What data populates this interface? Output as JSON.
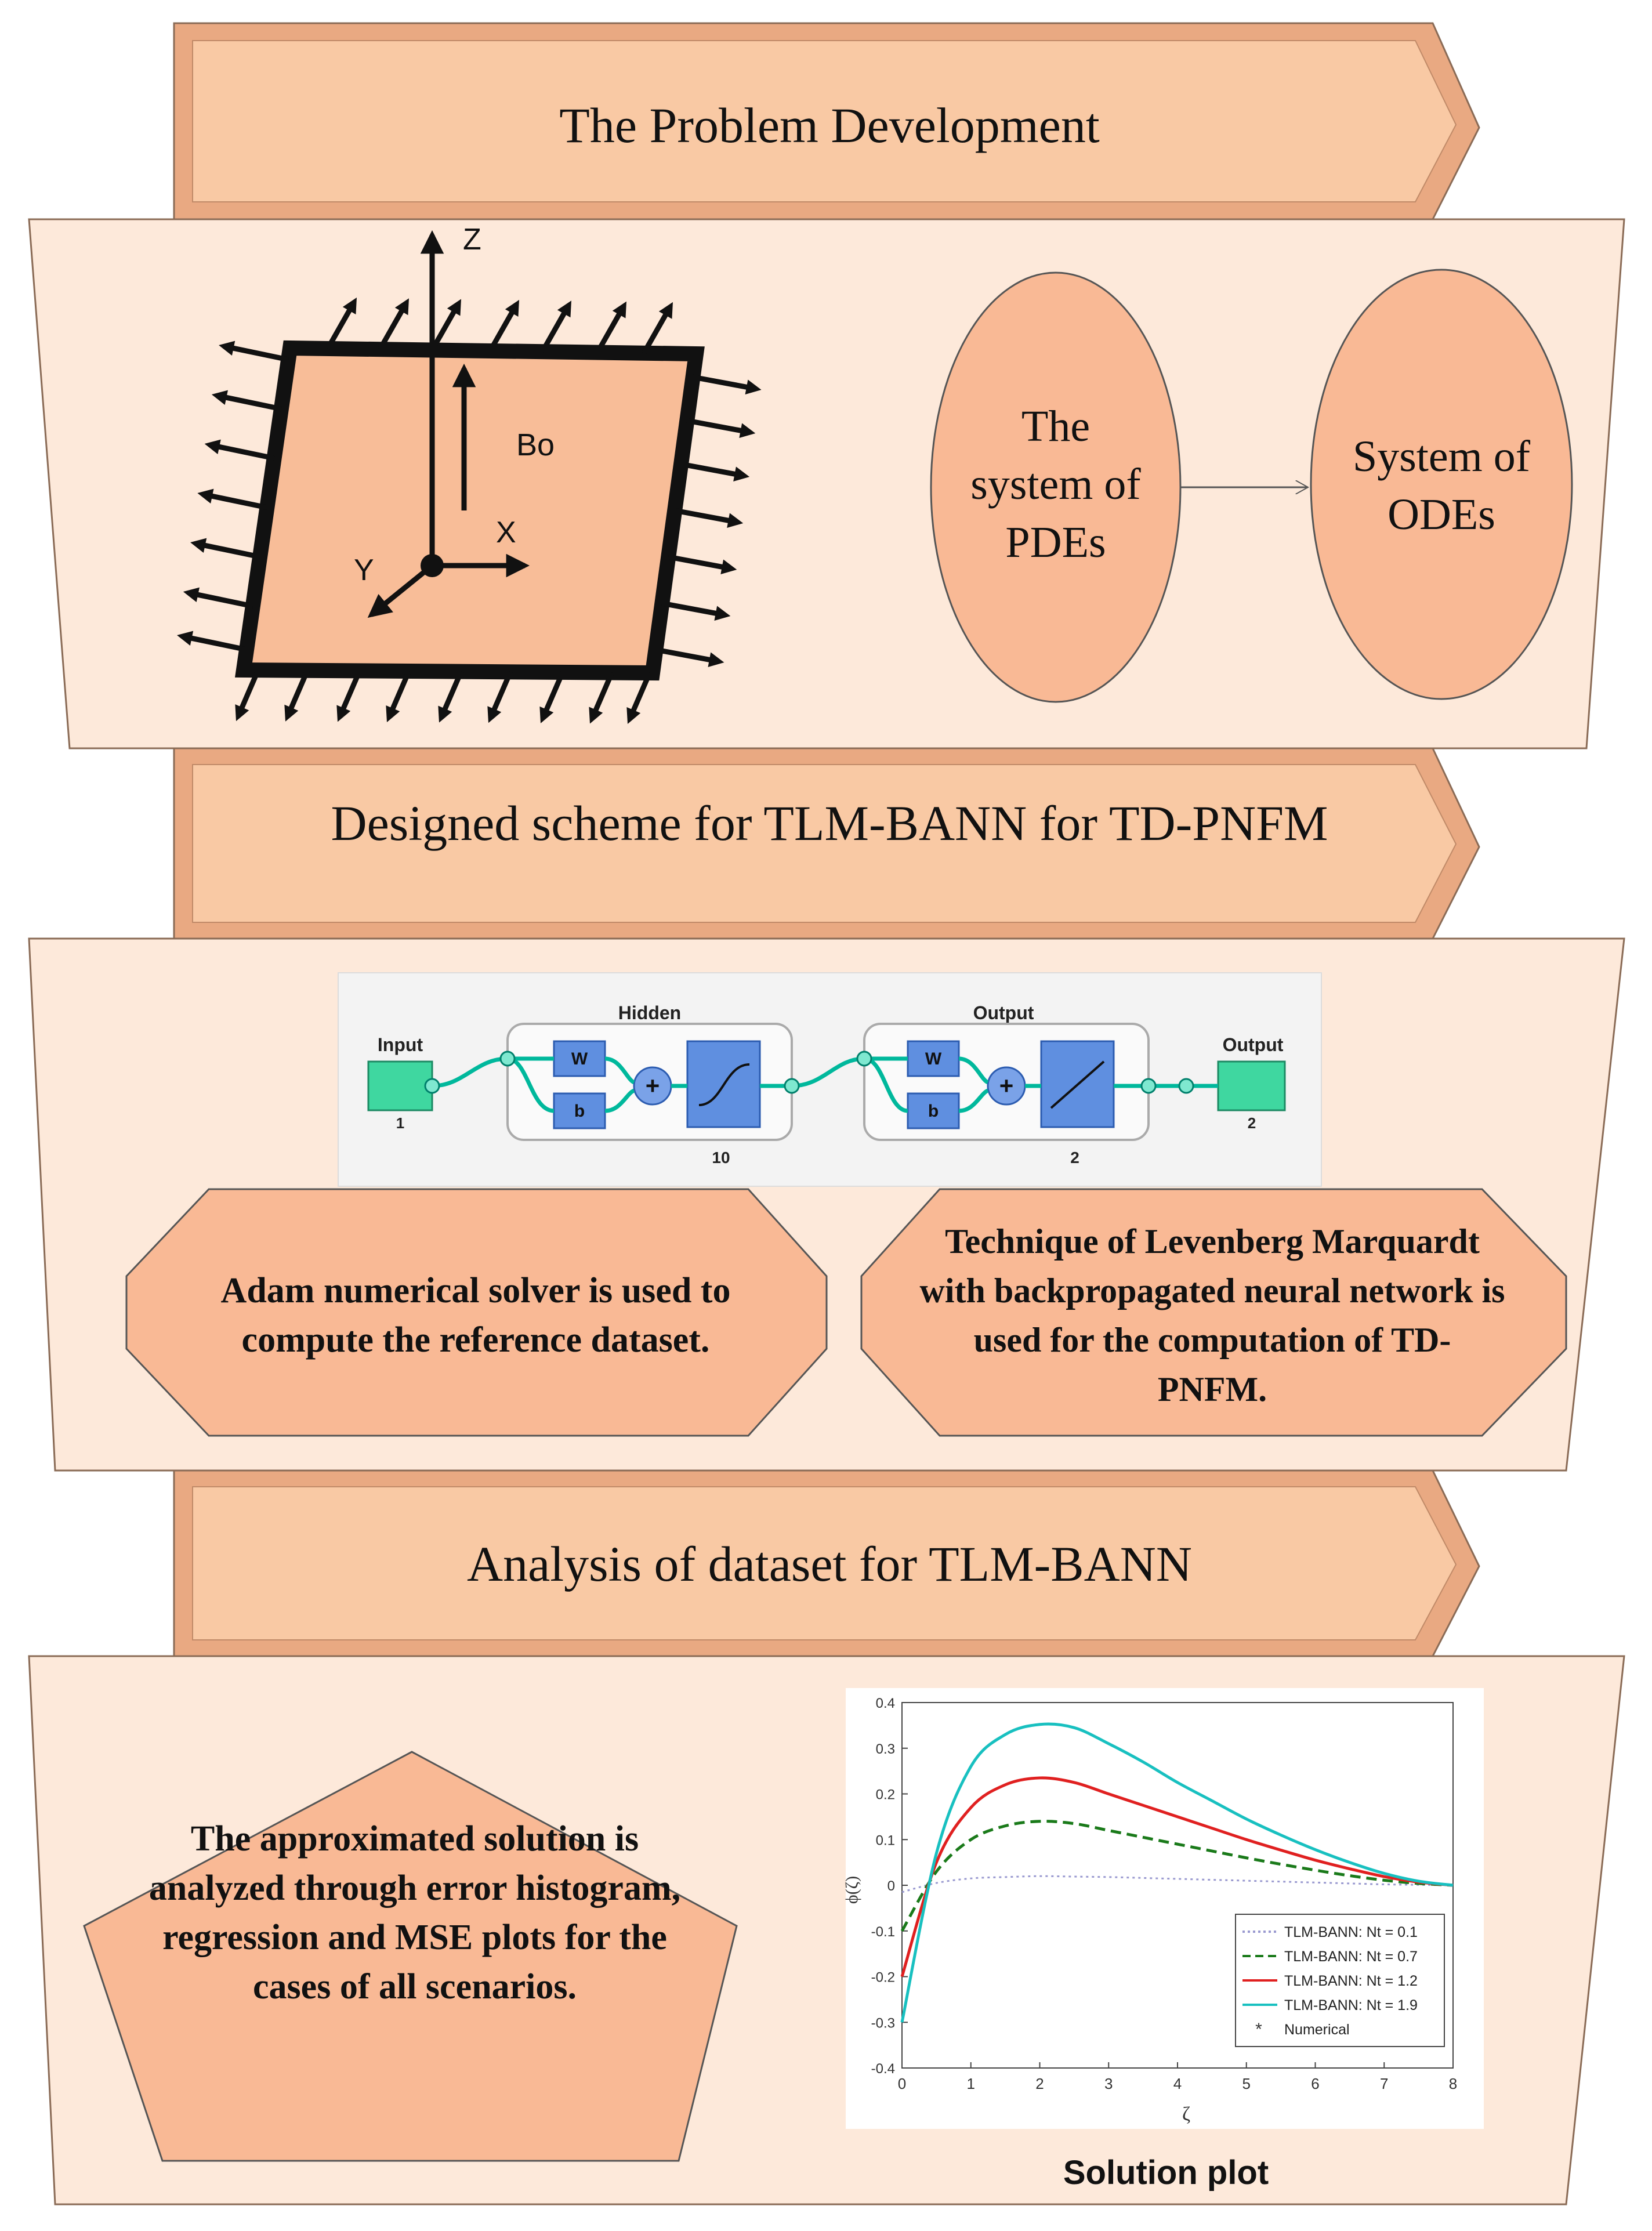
{
  "sections": [
    {
      "title": "The Problem Development"
    },
    {
      "title": "Designed scheme for TLM-BANN for TD-PNFM"
    },
    {
      "title": "Analysis of dataset for TLM-BANN"
    }
  ],
  "plate": {
    "axis_z": "Z",
    "axis_x": "X",
    "axis_y": "Y",
    "field": "Bo"
  },
  "ellipses": {
    "pde": [
      "The",
      "system of",
      "PDEs"
    ],
    "ode": [
      "System of",
      "ODEs"
    ]
  },
  "network": {
    "input_label": "Input",
    "input_count": "1",
    "hidden_label": "Hidden",
    "hidden_count": "10",
    "output_layer_label": "Output",
    "output_layer_count": "2",
    "output_label": "Output",
    "output_count": "2",
    "w": "W",
    "b": "b",
    "plus": "+"
  },
  "octagons": {
    "left": [
      "Adam numerical solver is used to",
      "compute the reference dataset."
    ],
    "right": [
      "Technique of Levenberg Marquardt",
      "with backpropagated neural network is",
      "used for the computation of TD-",
      "PNFM."
    ]
  },
  "pentagon": [
    "The approximated solution is",
    "analyzed through error histogram,",
    "regression and MSE plots for the",
    "cases of all scenarios."
  ],
  "plot_caption": "Solution plot",
  "colors": {
    "banner": "#f9c9a4",
    "panel": "#fde9da",
    "shape_fill": "#f9b995",
    "plate_fill": "#f8bd98",
    "teal": "#00b89c",
    "blue_box": "#5f8fe0",
    "green_box": "#3fd7a0"
  },
  "chart_data": {
    "type": "line",
    "xlabel": "ζ",
    "ylabel": "ϕ(ζ)",
    "xlim": [
      0,
      8
    ],
    "ylim": [
      -0.4,
      0.4
    ],
    "xticks": [
      0,
      1,
      2,
      3,
      4,
      5,
      6,
      7,
      8
    ],
    "yticks": [
      -0.4,
      -0.3,
      -0.2,
      -0.1,
      0,
      0.1,
      0.2,
      0.3,
      0.4
    ],
    "x": [
      0,
      0.5,
      1,
      1.5,
      2,
      2.5,
      3,
      3.5,
      4,
      4.5,
      5,
      5.5,
      6,
      6.5,
      7,
      7.5,
      8
    ],
    "series": [
      {
        "name": "TLM-BANN: Nt = 0.1",
        "color": "#9a9ad0",
        "dash": "dotted",
        "values": [
          -0.015,
          0.005,
          0.015,
          0.018,
          0.02,
          0.019,
          0.018,
          0.016,
          0.014,
          0.012,
          0.01,
          0.008,
          0.006,
          0.004,
          0.002,
          0.001,
          0
        ]
      },
      {
        "name": "TLM-BANN: Nt = 0.7",
        "color": "#1a7a1a",
        "dash": "dashed",
        "values": [
          -0.1,
          0.03,
          0.1,
          0.13,
          0.14,
          0.135,
          0.12,
          0.105,
          0.09,
          0.075,
          0.06,
          0.046,
          0.033,
          0.021,
          0.011,
          0.004,
          0
        ]
      },
      {
        "name": "TLM-BANN: Nt = 1.2",
        "color": "#e02020",
        "dash": "solid",
        "values": [
          -0.2,
          0.05,
          0.17,
          0.22,
          0.235,
          0.225,
          0.2,
          0.175,
          0.15,
          0.125,
          0.1,
          0.077,
          0.055,
          0.036,
          0.019,
          0.007,
          0
        ]
      },
      {
        "name": "TLM-BANN: Nt = 1.9",
        "color": "#18c0c0",
        "dash": "solid",
        "values": [
          -0.3,
          0.07,
          0.26,
          0.33,
          0.352,
          0.345,
          0.31,
          0.27,
          0.225,
          0.185,
          0.145,
          0.11,
          0.078,
          0.05,
          0.026,
          0.009,
          0
        ]
      },
      {
        "name": "Numerical",
        "color": "#333333",
        "dash": "marker",
        "values": []
      }
    ],
    "legend": "bottom-right"
  }
}
